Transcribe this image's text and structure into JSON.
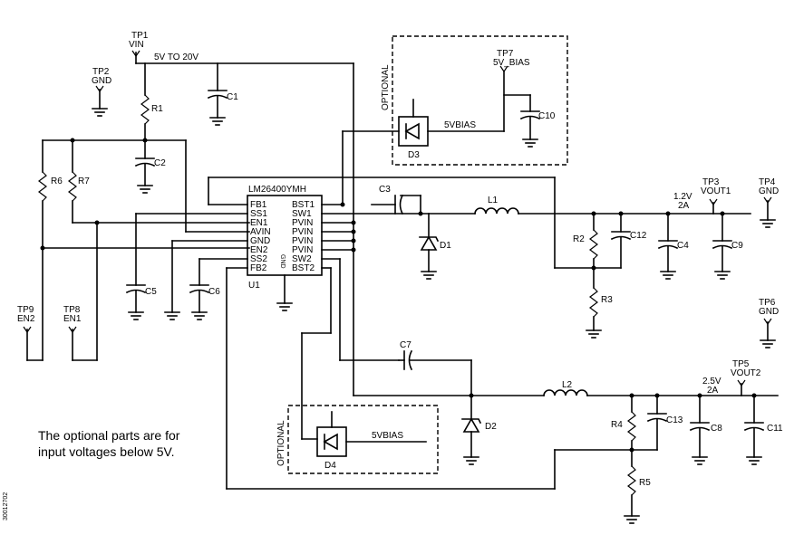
{
  "ic": {
    "part": "LM26400YMH",
    "designator": "U1",
    "left_pins": [
      "FB1",
      "SS1",
      "EN1",
      "AVIN",
      "GND",
      "EN2",
      "SS2",
      "FB2"
    ],
    "right_pins": [
      "BST1",
      "SW1",
      "PVIN",
      "PVIN",
      "PVIN",
      "PVIN",
      "SW2",
      "BST2"
    ],
    "bottom_pin": "GND"
  },
  "testpoints": {
    "tp1": {
      "name": "TP1",
      "net": "VIN"
    },
    "tp2": {
      "name": "TP2",
      "net": "GND"
    },
    "tp3": {
      "name": "TP3",
      "net": "VOUT1"
    },
    "tp4": {
      "name": "TP4",
      "net": "GND"
    },
    "tp5": {
      "name": "TP5",
      "net": "VOUT2"
    },
    "tp6": {
      "name": "TP6",
      "net": "GND"
    },
    "tp7": {
      "name": "TP7",
      "net": "5V_BIAS"
    },
    "tp8": {
      "name": "TP8",
      "net": "EN1"
    },
    "tp9": {
      "name": "TP9",
      "net": "EN2"
    }
  },
  "nets": {
    "vin_range": "5V TO 20V",
    "vout1_voltage": "1.2V",
    "vout1_current": "2A",
    "vout2_voltage": "2.5V",
    "vout2_current": "2A"
  },
  "components": {
    "r1": "R1",
    "r2": "R2",
    "r3": "R3",
    "r4": "R4",
    "r5": "R5",
    "r6": "R6",
    "r7": "R7",
    "c1": "C1",
    "c2": "C2",
    "c3": "C3",
    "c4": "C4",
    "c5": "C5",
    "c6": "C6",
    "c7": "C7",
    "c8": "C8",
    "c9": "C9",
    "c10": "C10",
    "c11": "C11",
    "c12": "C12",
    "c13": "C13",
    "l1": "L1",
    "l2": "L2",
    "d1": "D1",
    "d2": "D2",
    "d3": "D3",
    "d4": "D4"
  },
  "optional": {
    "label": "OPTIONAL",
    "bias_net": "5VBIAS"
  },
  "note": {
    "line1": "The optional parts are for",
    "line2": "input voltages below 5V."
  },
  "figure_id": "30012702"
}
